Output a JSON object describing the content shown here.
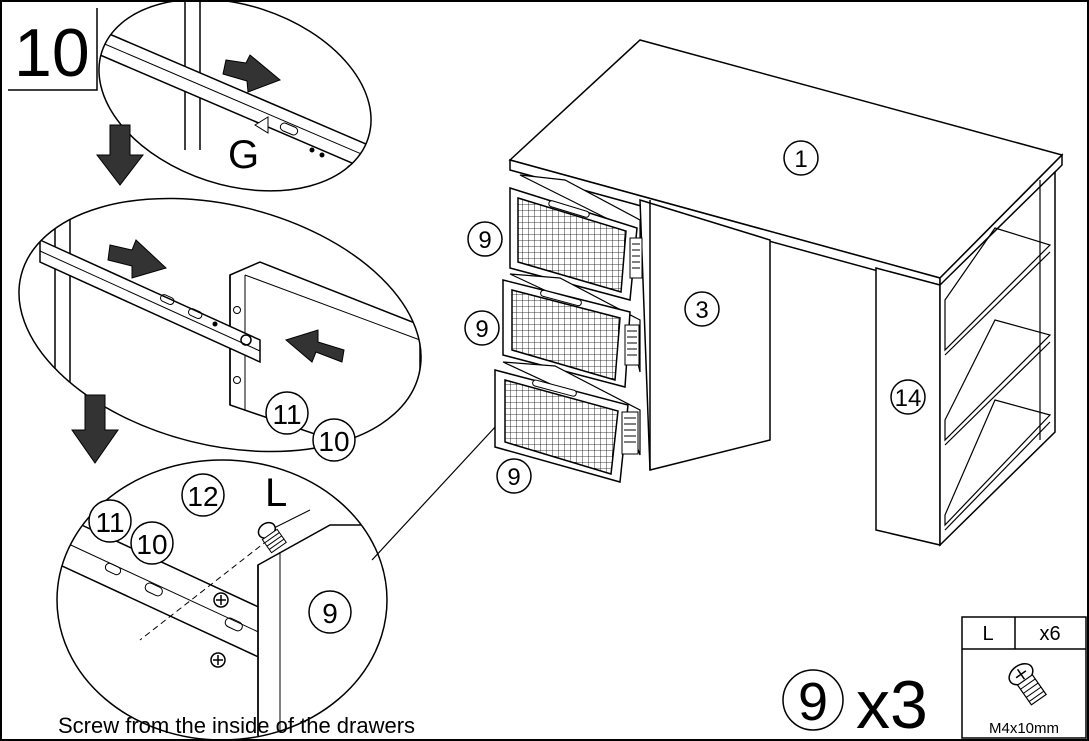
{
  "step_number": "10",
  "callouts": {
    "g": "G",
    "l": "L"
  },
  "parts": {
    "p1": "1",
    "p3": "3",
    "p9": "9",
    "p10": "10",
    "p11": "11",
    "p12": "12",
    "p14": "14"
  },
  "quantity": {
    "part": "9",
    "multiplier": "x3"
  },
  "hardware": {
    "code": "L",
    "count": "x6",
    "size": "M4x10mm"
  },
  "instruction": "Screw from the inside of the drawers",
  "colors": {
    "line": "#000000",
    "arrow": "#333333",
    "background": "#ffffff"
  }
}
